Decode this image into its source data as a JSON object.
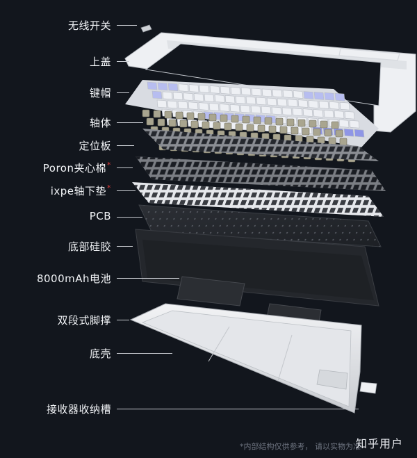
{
  "labels": [
    {
      "text": "无线开关",
      "star": false
    },
    {
      "text": "上盖",
      "star": false
    },
    {
      "text": "键帽",
      "star": false
    },
    {
      "text": "轴体",
      "star": false
    },
    {
      "text": "定位板",
      "star": false
    },
    {
      "text": "Poron夹心棉",
      "star": true
    },
    {
      "text": "ixpe轴下垫",
      "star": true
    },
    {
      "text": "PCB",
      "star": false
    },
    {
      "text": "底部硅胶",
      "star": false
    },
    {
      "text": "8000mAh电池",
      "star": false
    },
    {
      "text": "双段式脚撑",
      "star": false
    },
    {
      "text": "底壳",
      "star": false
    },
    {
      "text": "接收器收纳槽",
      "star": false
    }
  ],
  "footnote": "*内部结构仅供参考， 请以实物为准",
  "watermark": "知乎用户",
  "colors": {
    "background": "#12161d",
    "keycap_white": "#eef0f4",
    "keycap_lavender": "#b7bdf0",
    "keycap_purple": "#8f96e6",
    "switch_khaki": "#a9a58f",
    "star_red": "#e23b3b"
  }
}
